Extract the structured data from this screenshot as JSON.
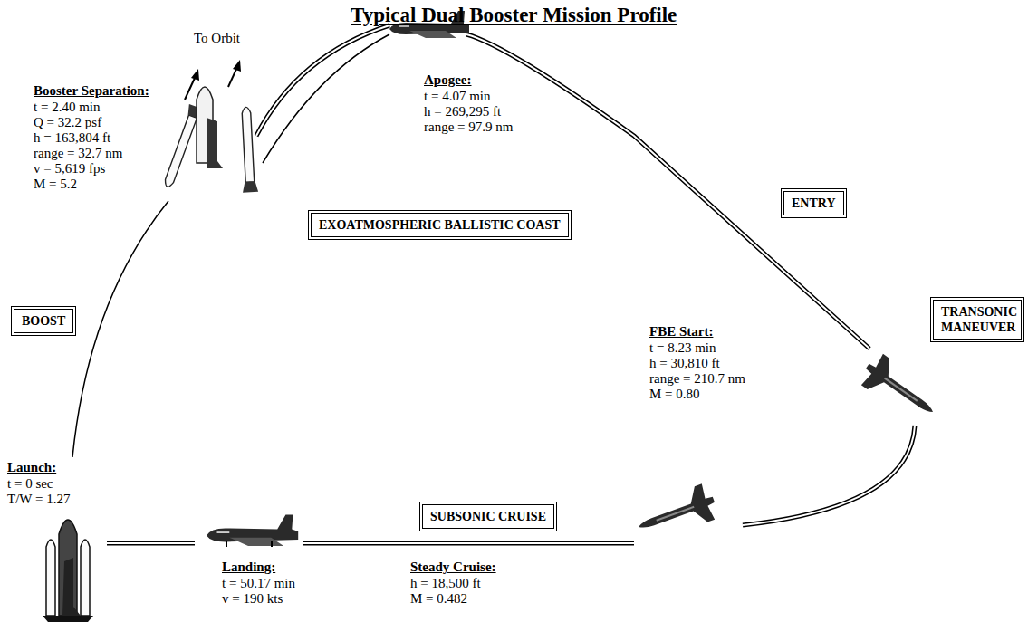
{
  "diagram": {
    "title": "Typical Dual Booster Mission Profile",
    "nodes": [
      {
        "text": [
          "BOOST"
        ]
      },
      {
        "text": [
          "EXOATMOSPHERIC BALLISTIC COAST"
        ]
      },
      {
        "text": [
          "ENTRY"
        ]
      },
      {
        "text": [
          "TRANSONIC MANEUVER"
        ]
      },
      {
        "text": [
          "SUBSONIC CRUISE"
        ]
      }
    ],
    "labels": [
      "Booster Separation:",
      "t = 2.40 min",
      "Q = 32.2 psf",
      "h = 163,804 ft",
      "range = 32.7 nm",
      "v = 5,619 fps",
      "M = 5.2",
      "To Orbit",
      "Apogee:",
      "t = 4.07 min",
      "h = 269,295 ft",
      "range = 97.9 nm",
      "FBE Start:",
      "t = 8.23 min",
      "h = 30,810 ft",
      "range = 210.7 nm",
      "M = 0.80",
      "Launch:",
      "t = 0 sec",
      "T/W = 1.27",
      "Landing:",
      "t = 50.17 min",
      "v = 190 kts",
      "Steady Cruise:",
      "h = 18,500 ft",
      "M = 0.482"
    ]
  }
}
